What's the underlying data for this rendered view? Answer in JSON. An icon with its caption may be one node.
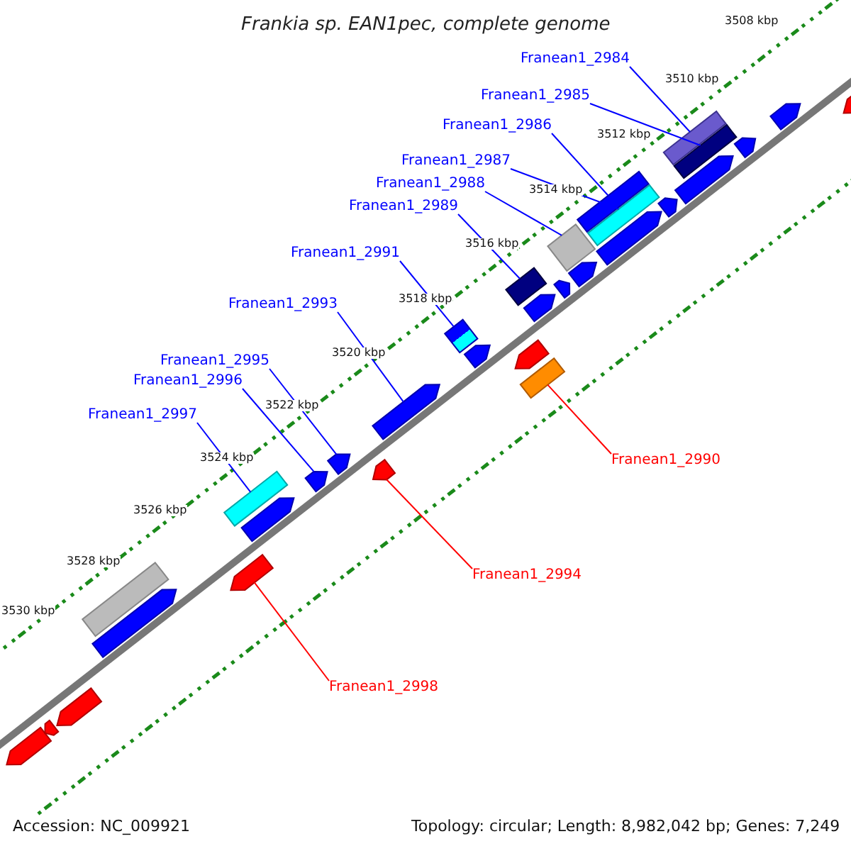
{
  "diagram": {
    "title": "Frankia sp. EAN1pec, complete genome",
    "nodes": [
      {
        "text": [
          "Franean1_2984"
        ]
      },
      {
        "text": [
          "Franean1_2985"
        ]
      },
      {
        "text": [
          "Franean1_2986"
        ]
      },
      {
        "text": [
          "Franean1_2987"
        ]
      },
      {
        "text": [
          "Franean1_2988"
        ]
      },
      {
        "text": [
          "Franean1_2989"
        ]
      },
      {
        "text": [
          "Franean1_2991"
        ]
      },
      {
        "text": [
          "Franean1_2993"
        ]
      },
      {
        "text": [
          "Franean1_2995"
        ]
      },
      {
        "text": [
          "Franean1_2996"
        ]
      },
      {
        "text": [
          "Franean1_2997"
        ]
      },
      {
        "text": [
          "Franean1_2990"
        ]
      },
      {
        "text": [
          "Franean1_2994"
        ]
      },
      {
        "text": [
          "Franean1_2998"
        ]
      },
      {
        "text": [],
        "shape": "arrow"
      },
      {
        "text": [],
        "shape": "arrow"
      },
      {
        "text": [],
        "shape": "arrow"
      },
      {
        "text": [],
        "shape": "arrow"
      },
      {
        "text": [],
        "shape": "box"
      },
      {
        "text": [],
        "shape": "arrow"
      },
      {
        "text": [],
        "shape": "box"
      },
      {
        "text": [],
        "shape": "arrow"
      },
      {
        "text": [],
        "shape": "arrow"
      },
      {
        "text": [],
        "shape": "arrow"
      },
      {
        "text": [],
        "shape": "arrow"
      },
      {
        "text": [],
        "shape": "arrow"
      },
      {
        "text": [],
        "shape": "box"
      },
      {
        "text": [],
        "shape": "arrow"
      },
      {
        "text": [],
        "shape": "box"
      },
      {
        "text": [],
        "shape": "arrow"
      },
      {
        "text": [],
        "shape": "box"
      },
      {
        "text": [],
        "shape": "arrow"
      },
      {
        "text": [],
        "shape": "arrow"
      },
      {
        "text": [],
        "shape": "arrow"
      },
      {
        "text": [],
        "shape": "box"
      },
      {
        "text": [],
        "shape": "arrow"
      },
      {
        "text": [],
        "shape": "box"
      },
      {
        "text": [],
        "shape": "box"
      },
      {
        "text": [],
        "shape": "arrow"
      },
      {
        "text": [],
        "shape": "arrow"
      },
      {
        "text": [],
        "shape": "box"
      },
      {
        "text": [],
        "shape": "box"
      },
      {
        "text": [],
        "shape": "arrow"
      },
      {
        "text": [],
        "shape": "arrow"
      },
      {
        "text": [],
        "shape": "arrow"
      }
    ],
    "edges": [
      {
        "from": 0,
        "to": 41,
        "arrow": "none"
      },
      {
        "from": 1,
        "to": 40,
        "arrow": "none"
      },
      {
        "from": 2,
        "to": 37,
        "arrow": "none"
      },
      {
        "from": 3,
        "to": 36,
        "arrow": "none"
      },
      {
        "from": 4,
        "to": 34,
        "arrow": "none"
      },
      {
        "from": 5,
        "to": 30,
        "arrow": "none"
      },
      {
        "from": 6,
        "to": 26,
        "arrow": "none"
      },
      {
        "from": 7,
        "to": 25,
        "arrow": "none"
      },
      {
        "from": 8,
        "to": 23,
        "arrow": "none"
      },
      {
        "from": 9,
        "to": 22,
        "arrow": "none"
      },
      {
        "from": 10,
        "to": 20,
        "arrow": "none"
      },
      {
        "from": 11,
        "to": 28,
        "arrow": "none",
        "color": "#ff0000"
      },
      {
        "from": 12,
        "to": 24,
        "arrow": "none",
        "color": "#ff0000"
      },
      {
        "from": 13,
        "to": 19,
        "arrow": "none",
        "color": "#ff0000"
      }
    ],
    "labels": [
      "3508 kbp",
      "3510 kbp",
      "3512 kbp",
      "3514 kbp",
      "3516 kbp",
      "3518 kbp",
      "3520 kbp",
      "3522 kbp",
      "3524 kbp",
      "3526 kbp",
      "3528 kbp",
      "3530 kbp",
      "Accession: NC_009921",
      "Topology: circular; Length: 8,982,042 bp; Genes: 7,249"
    ]
  }
}
